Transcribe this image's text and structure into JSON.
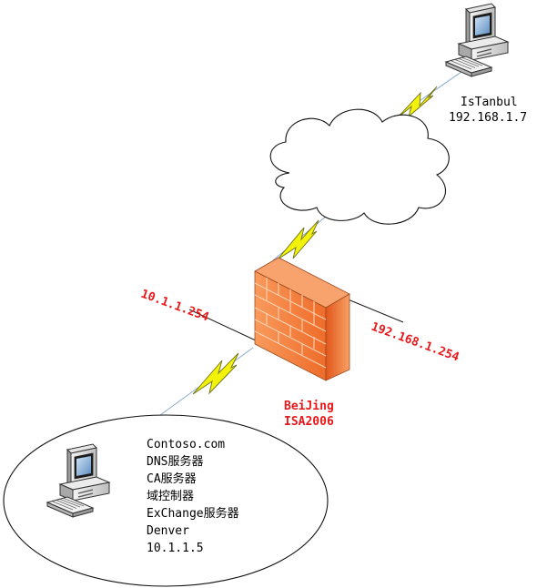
{
  "colors": {
    "firewall_front": "#f47a3a",
    "firewall_side": "#e2571b",
    "firewall_top": "#f8a36e",
    "bolt": "#f2f20a",
    "label_red": "#e8171a"
  },
  "remote_host": {
    "name": "IsTanbul",
    "ip": "192.168.1.7",
    "icon": "desktop-computer-icon"
  },
  "internet": {
    "icon": "cloud-icon"
  },
  "firewall": {
    "icon": "brick-firewall-icon",
    "internal_ip": "10.1.1.254",
    "external_ip": "192.168.1.254",
    "name": "BeiJing",
    "model": "ISA2006"
  },
  "internal_network": {
    "icon": "desktop-computer-icon",
    "lines": [
      "Contoso.com",
      "DNS服务器",
      "CA服务器",
      "域控制器",
      "ExChange服务器",
      "Denver",
      "10.1.1.5"
    ]
  }
}
